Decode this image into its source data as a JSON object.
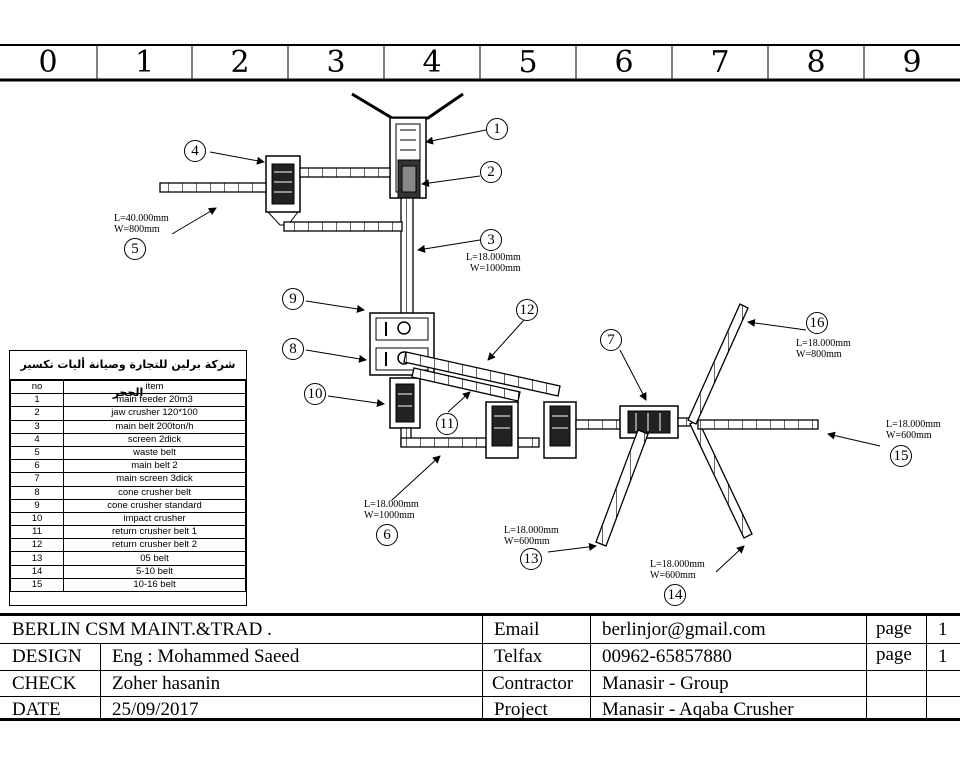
{
  "zone_numbers": [
    "0",
    "1",
    "2",
    "3",
    "4",
    "5",
    "6",
    "7",
    "8",
    "9"
  ],
  "callouts": {
    "c1": "1",
    "c2": "2",
    "c3": "3",
    "c4": "4",
    "c5": "5",
    "c6": "6",
    "c7": "7",
    "c8": "8",
    "c9": "9",
    "c10": "10",
    "c11": "11",
    "c12": "12",
    "c13": "13",
    "c14": "14",
    "c15": "15",
    "c16": "16"
  },
  "dimensions": {
    "d5_l": "L=40.000mm",
    "d5_w": "W=800mm",
    "d3_l": "L=18.000mm",
    "d3_w": "W=1000mm",
    "d6_l": "L=18.000mm",
    "d6_w": "W=1000mm",
    "d13_l": "L=18.000mm",
    "d13_w": "W=600mm",
    "d14_l": "L=18.000mm",
    "d14_w": "W=600mm",
    "d15_l": "L=18.000mm",
    "d15_w": "W=600mm",
    "d16_l": "L=18.000mm",
    "d16_w": "W=800mm"
  },
  "legend": {
    "title": "شركة برلين للتجارة وصيانة أليات تكسير الحجر",
    "header_no": "no",
    "header_item": "item",
    "rows": [
      {
        "no": "1",
        "item": "main feeder 20m3"
      },
      {
        "no": "2",
        "item": "jaw crusher 120*100"
      },
      {
        "no": "3",
        "item": "main belt 200ton/h"
      },
      {
        "no": "4",
        "item": "screen 2dick"
      },
      {
        "no": "5",
        "item": "waste belt"
      },
      {
        "no": "6",
        "item": "main belt 2"
      },
      {
        "no": "7",
        "item": "main screen 3dick"
      },
      {
        "no": "8",
        "item": "cone crusher belt"
      },
      {
        "no": "9",
        "item": "cone crusher standard"
      },
      {
        "no": "10",
        "item": "impact crusher"
      },
      {
        "no": "11",
        "item": "return crusher belt 1"
      },
      {
        "no": "12",
        "item": "return crusher belt 2"
      },
      {
        "no": "13",
        "item": "05 belt"
      },
      {
        "no": "14",
        "item": "5-10 belt"
      },
      {
        "no": "15",
        "item": "10-16 belt"
      }
    ]
  },
  "titleblock": {
    "company": "BERLIN CSM MAINT.&TRAD .",
    "design_label": "DESIGN",
    "design_value": "Eng : Mohammed Saeed",
    "check_label": "CHECK",
    "check_value": "Zoher hasanin",
    "date_label": "DATE",
    "date_value": "25/09/2017",
    "email_label": "Email",
    "email_value": "berlinjor@gmail.com",
    "telfax_label": "Telfax",
    "telfax_value": "00962-65857880",
    "contractor_label": "Contractor",
    "contractor_value": "Manasir - Group",
    "project_label": "Project",
    "project_value": "Manasir - Aqaba Crusher",
    "page_label_1": "page",
    "page_value_1": "1",
    "page_label_2": "page",
    "page_value_2": "1"
  }
}
